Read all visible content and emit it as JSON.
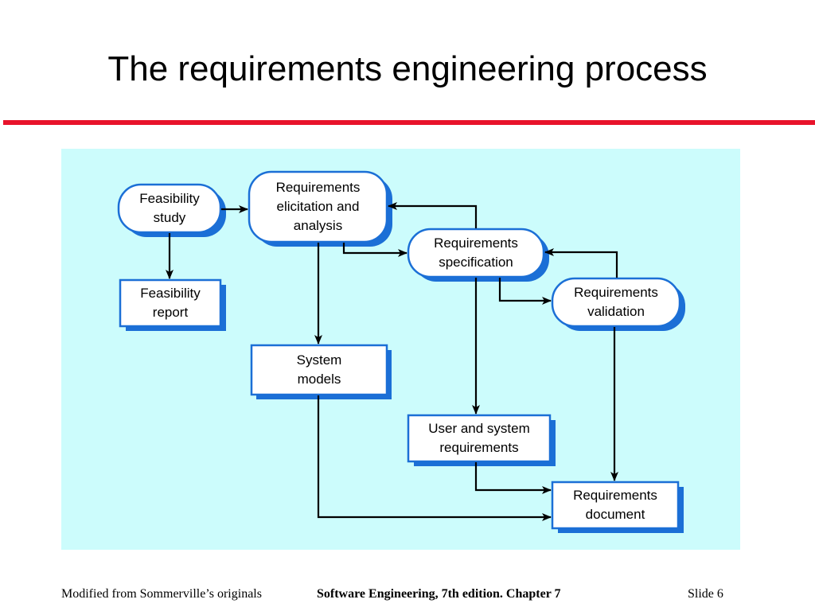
{
  "slide": {
    "title": "The requirements engineering process",
    "accent_color": "#e8132b"
  },
  "diagram": {
    "background": "#ccfcfc",
    "node_border": "#1b6fd6",
    "node_shadow": "#1b6fd6",
    "nodes": {
      "feasibility_study": "Feasibility\nstudy",
      "elicitation": "Requirements\nelicitation and\nanalysis",
      "specification": "Requirements\nspecification",
      "validation": "Requirements\nvalidation",
      "feasibility_report": "Feasibility\nreport",
      "system_models": "System\nmodels",
      "user_system_requirements": "User and system\nrequirements",
      "requirements_document": "Requirements\ndocument"
    }
  },
  "footer": {
    "left": "Modified from Sommerville’s originals",
    "center": "Software Engineering, 7th edition. Chapter 7",
    "right": "Slide  6"
  }
}
